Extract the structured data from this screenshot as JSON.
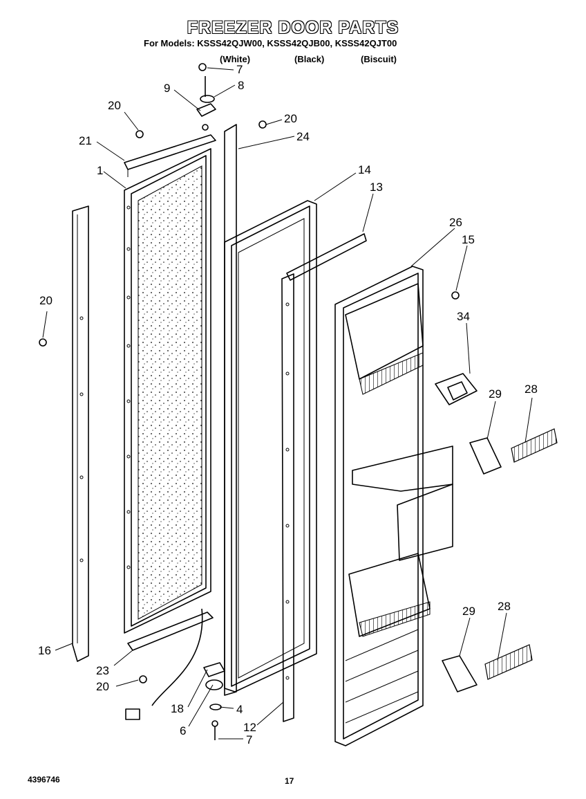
{
  "title": "FREEZER DOOR PARTS",
  "models_line": "For Models: KSSS42QJW00, KSSS42QJB00, KSSS42QJT00",
  "variants": [
    "(White)",
    "(Black)",
    "(Biscuit)"
  ],
  "document_number": "4396746",
  "page_number": "17",
  "callouts": [
    "7",
    "8",
    "9",
    "20",
    "20",
    "21",
    "24",
    "1",
    "14",
    "13",
    "26",
    "15",
    "20",
    "34",
    "29",
    "28",
    "29",
    "28",
    "16",
    "23",
    "20",
    "18",
    "4",
    "6",
    "12",
    "7"
  ]
}
